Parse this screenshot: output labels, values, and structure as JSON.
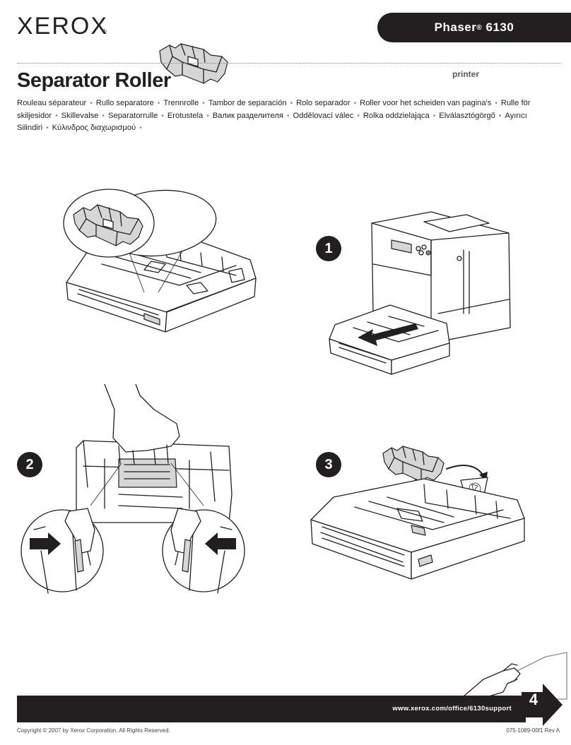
{
  "header": {
    "logo": "XEROX",
    "logo_mark": "®",
    "model_name": "Phaser",
    "model_reg": "®",
    "model_number": "6130",
    "title": "Separator Roller",
    "product_type": "printer"
  },
  "translations": [
    "Rouleau séparateur",
    "Rullo separatore",
    "Trennrolle",
    "Tambor de separación",
    "Rolo separador",
    "Roller voor het scheiden van pagina's",
    "Rulle för skiljesidor",
    "Skillevalse",
    "Separatorrulle",
    "Erotustela",
    "Валик разделителя",
    "Oddělovací válec",
    "Rolka oddzielająca",
    "Elválasztógörgő",
    "Ayırıcı Silindiri",
    "Κύλινδρος διαχωρισμού"
  ],
  "translation_separator": "•",
  "steps": {
    "step1": "1",
    "step2": "2",
    "step3": "3"
  },
  "footer": {
    "url": "www.xerox.com/office/6130support",
    "page_number": "4",
    "copyright": "Copyright © 2007 by Xerox Corporation.  All Rights Reserved.",
    "part_number": "075-1089-00f1 Rev A"
  },
  "icons": {
    "separator_roller": "roller-part-icon",
    "recycle": "recycle-bin-icon",
    "direction_arrow": "arrow-icon",
    "page_turn": "next-page-arrow-icon"
  },
  "colors": {
    "primary": "#231f20",
    "background": "#ffffff",
    "gray": "#8c8c8c"
  }
}
